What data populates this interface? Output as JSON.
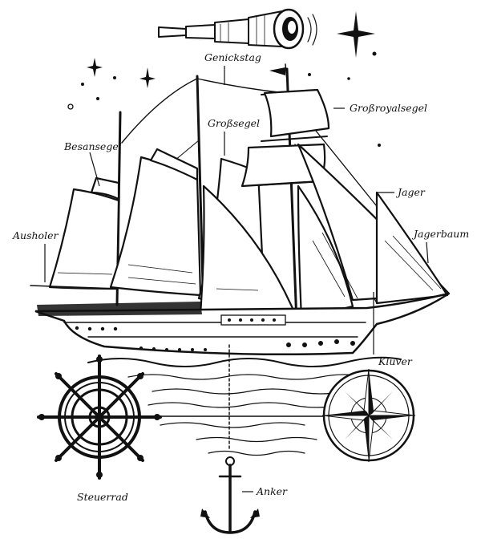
{
  "labels": {
    "genickstag": "Genickstag",
    "grossroyalsegel": "Großroyalsegel",
    "grosssegel": "Großsegel",
    "besansegel": "Besansegel",
    "jager": "Jager",
    "ausholer": "Ausholer",
    "jagerbaum": "Jagerbaum",
    "kluver": "Klüver",
    "steuerrad": "Steuerrad",
    "anker": "Anker"
  },
  "icons": [
    "spyglass-icon",
    "star-icon",
    "ship-wheel-icon",
    "compass-rose-icon",
    "anchor-icon"
  ],
  "colors": {
    "ink": "#111111",
    "paper": "#ffffff"
  }
}
